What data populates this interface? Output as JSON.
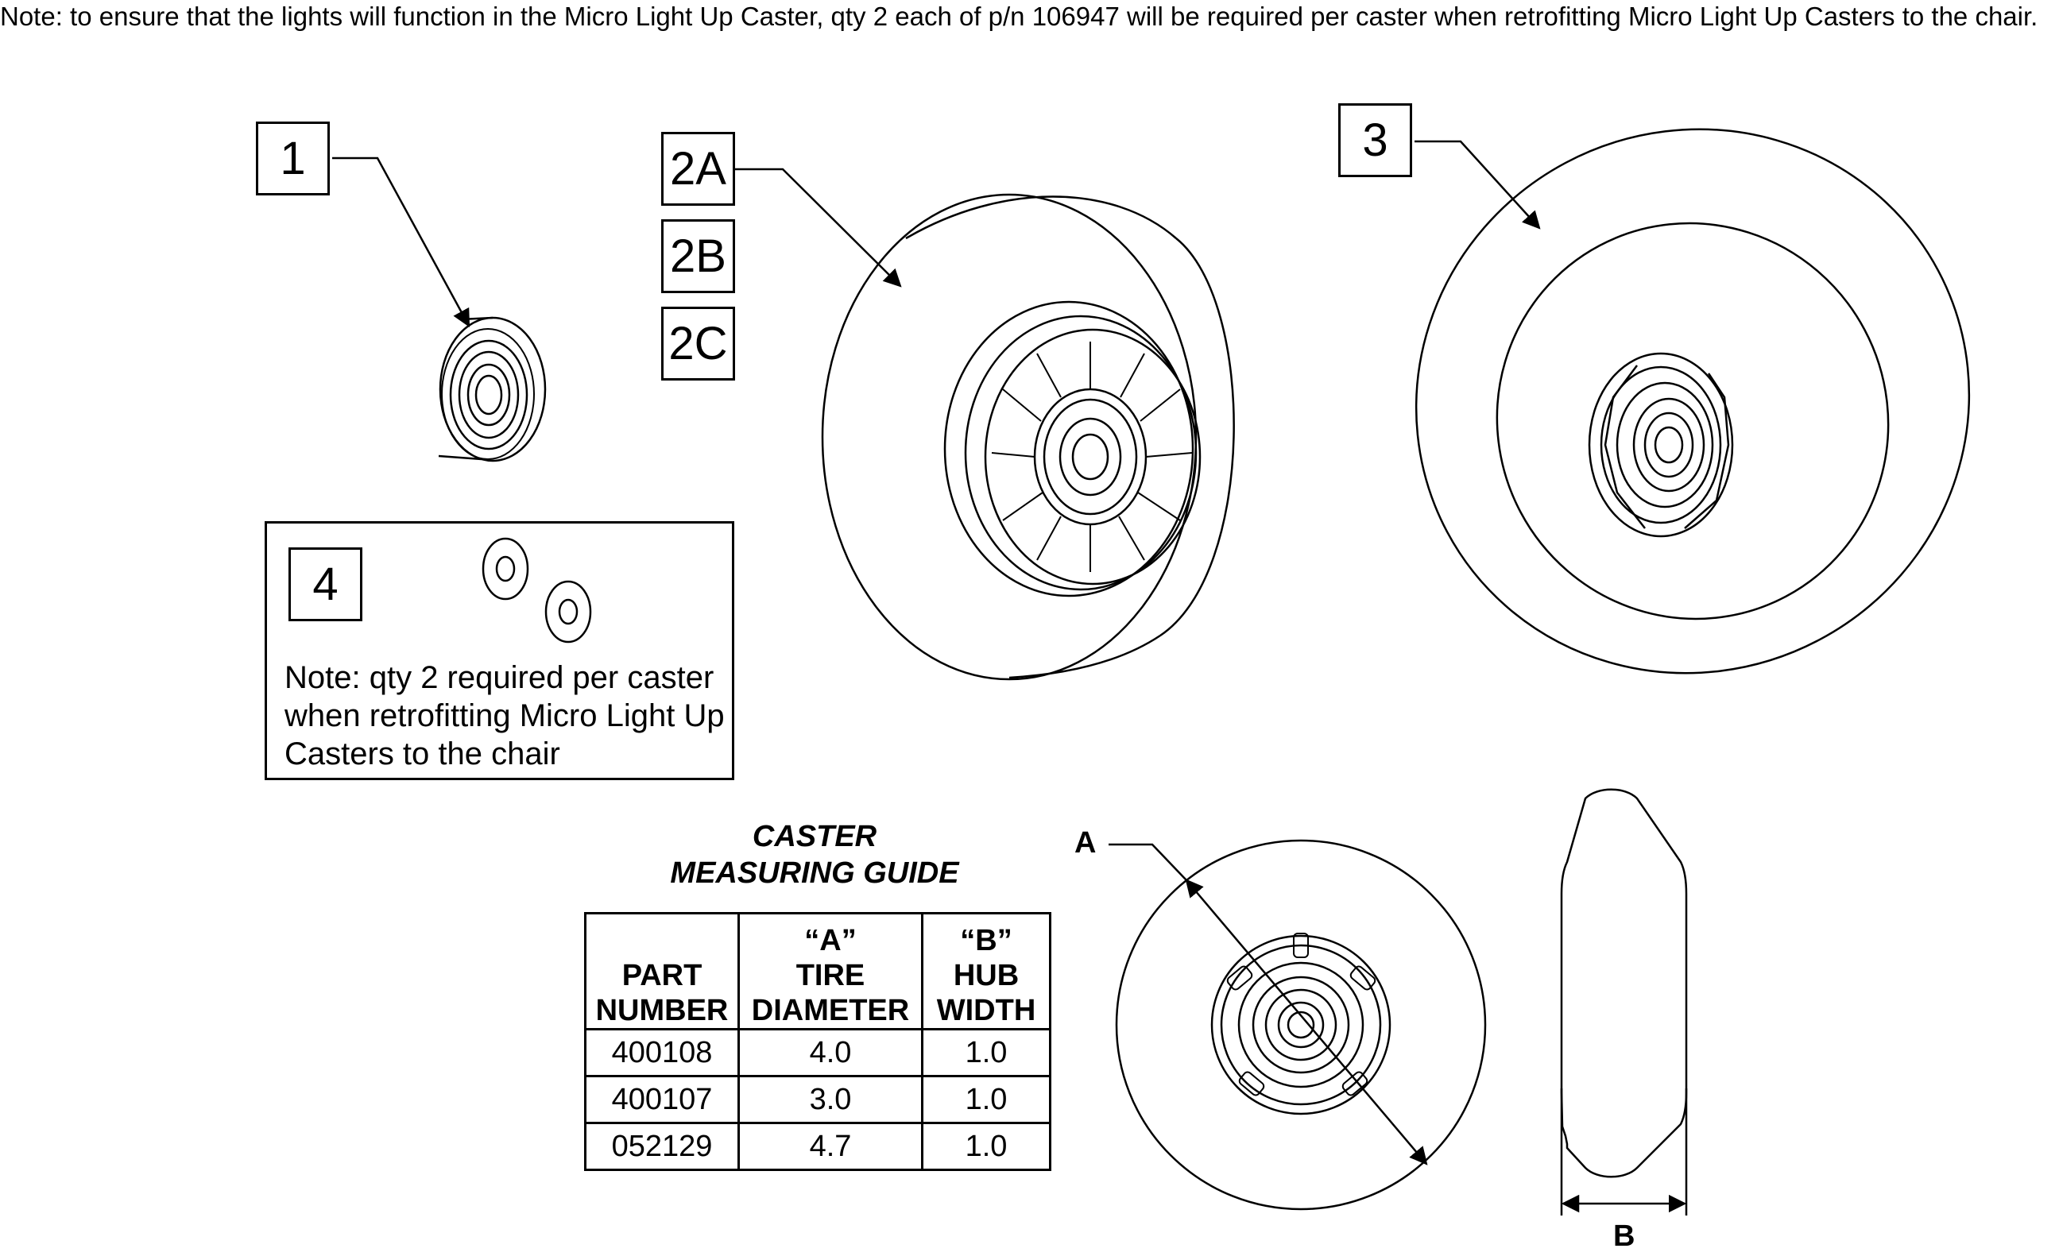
{
  "note_top": "Note: to ensure that the lights will function in the Micro Light Up Caster, qty 2 each of p/n 106947 will be required per caster when retrofitting Micro Light Up Casters to the chair.",
  "callouts": {
    "c1": "1",
    "c2a": "2A",
    "c2b": "2B",
    "c2c": "2C",
    "c3": "3",
    "c4": "4"
  },
  "note_box": {
    "line1": "Note: qty 2 required per caster",
    "line2": "when retrofitting Micro Light Up",
    "line3": "Casters to the chair"
  },
  "guide": {
    "title_line1": "CASTER",
    "title_line2": "MEASURING GUIDE",
    "headers": {
      "part_1": "PART",
      "part_2": "NUMBER",
      "a_1": "“A”",
      "a_2": "TIRE",
      "a_3": "DIAMETER",
      "b_1": "“B”",
      "b_2": "HUB",
      "b_3": "WIDTH"
    },
    "rows": [
      {
        "part": "400108",
        "a": "4.0",
        "b": "1.0"
      },
      {
        "part": "400107",
        "a": "3.0",
        "b": "1.0"
      },
      {
        "part": "052129",
        "a": "4.7",
        "b": "1.0"
      }
    ]
  },
  "dim_labels": {
    "a": "A",
    "b": "B"
  }
}
